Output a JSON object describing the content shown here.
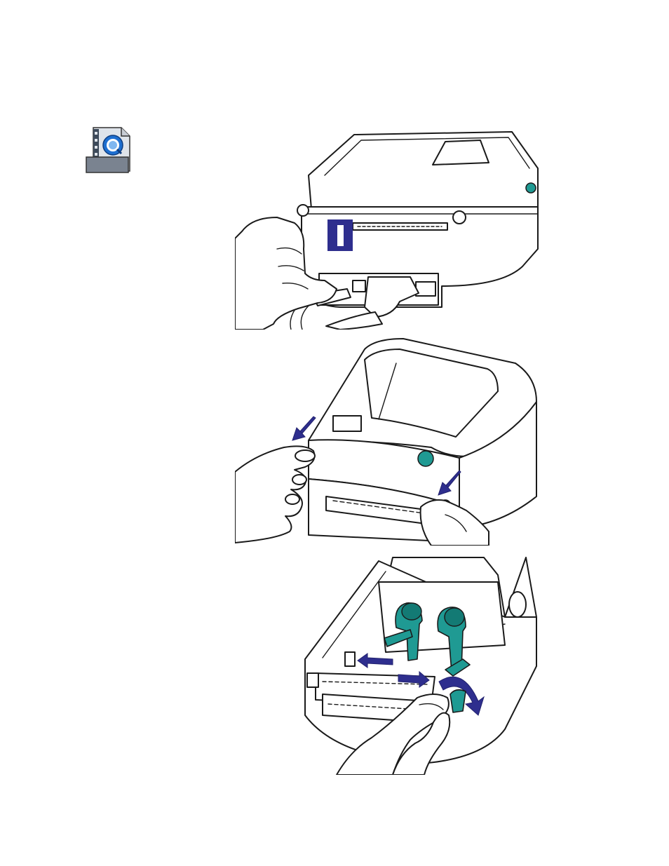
{
  "page": {
    "background": "#ffffff"
  },
  "video_icon": {
    "icon": "quicktime-movie-file-icon"
  },
  "figures": [
    {
      "name": "printer-rear-connections"
    },
    {
      "name": "printer-release-latches"
    },
    {
      "name": "printer-open-media-guides"
    }
  ],
  "power_switch": {
    "label": "I",
    "color": "#2e2e8e"
  },
  "colors": {
    "accent_teal": "#1f9a93",
    "arrow_blue": "#2e2e8e",
    "line": "#1a1a1a"
  }
}
